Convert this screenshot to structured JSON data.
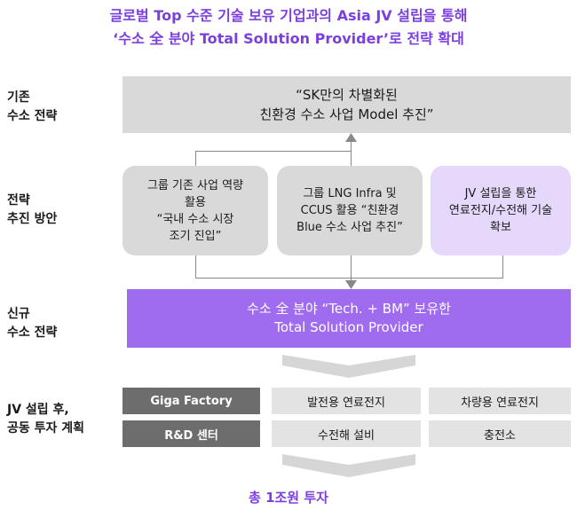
{
  "title": {
    "line1": "글로벌 Top 수준 기술 보유 기업과의 Asia JV 설립을 통해",
    "line2": "‘수소 全 분야 Total Solution Provider’로 전략 확대"
  },
  "rows": {
    "existing": "기존\n수소 전략",
    "methods": "전략\n추진 방안",
    "new": "신규\n수소 전략",
    "plan": "JV 설립 후,\n공동 투자  계획"
  },
  "existing_strategy": "“SK만의 차별화된\n친환경 수소 사업 Model 추진”",
  "methods": [
    "그룹 기존 사업 역량\n활용\n“국내 수소 시장\n조기 진입”",
    "그룹 LNG Infra 및\nCCUS 활용 “친환경\nBlue 수소 사업 추진”",
    "JV 설립을 통한\n연료전지/수전해 기술\n확보"
  ],
  "new_strategy": "수소 全 분야 “Tech. + BM” 보유한\nTotal Solution Provider",
  "plan_grid": [
    [
      "Giga Factory",
      "발전용 연료전지",
      "차량용 연료전지"
    ],
    [
      "R&D 센터",
      "수전해 설비",
      "충전소"
    ]
  ],
  "total": "총 1조원 투자",
  "colors": {
    "accent": "#7b3fe0",
    "bar": "#a06cef",
    "light_purple": "#e6d8fb",
    "gray": "#d9d9d9",
    "dark_cell": "#6d6d6d"
  }
}
